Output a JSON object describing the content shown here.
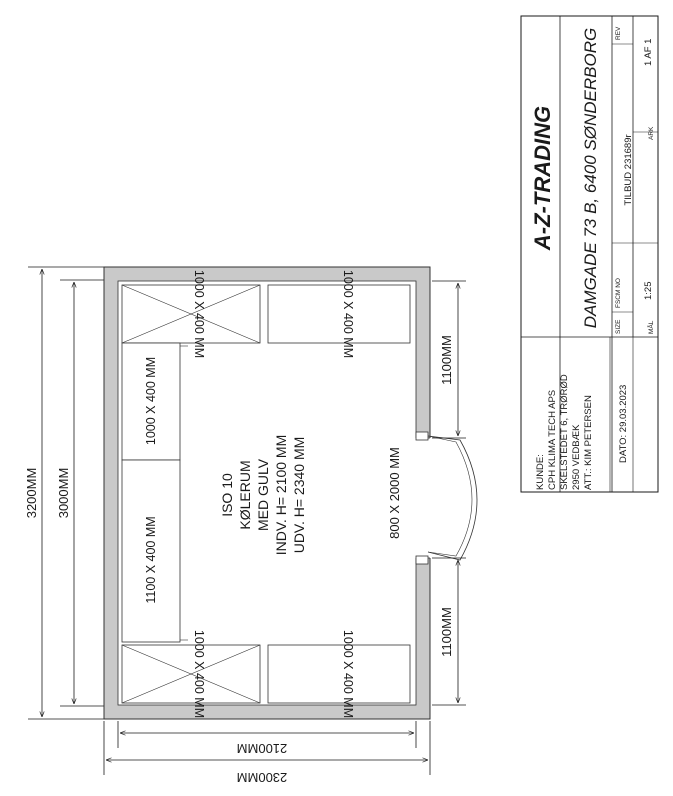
{
  "dimensions": {
    "outer_length": "3200MM",
    "inner_length": "3000MM",
    "outer_width": "2300MM",
    "inner_width": "2100MM",
    "wall_segment_top": "1100MM",
    "wall_segment_bottom": "1100MM",
    "door": "800 X 2000 MM"
  },
  "shelves": {
    "top_left": "1000 X 400 MM",
    "top_right": "1000 X 400 MM",
    "middle_upper": "1000 X 400 MM",
    "middle_lower": "1100 X 400 MM",
    "bottom_left": "1000 X 400 MM",
    "bottom_right": "1000 X 400 MM"
  },
  "room_label": [
    "ISO 10",
    "KØLERUM",
    "MED GULV",
    "INDV. H= 2100 MM",
    "UDV. H= 2340 MM"
  ],
  "title_block": {
    "client": [
      "KUNDE:",
      "CPH KLIMA TECH APS",
      "SKELSTEDET 6, TRØRØD",
      "2950 VEDBÆK",
      "ATT.: KIM PETERSEN"
    ],
    "date": "DATO: 29.03.2023",
    "company": "A-Z-TRADING",
    "address": "DAMGADE 73 B, 6400 SØNDERBORG",
    "size_label": "SIZE",
    "fscm_label": "FSCM NO",
    "rev_label": "REV",
    "offer": "TILBUD 231689r",
    "scale_label": "MÅL",
    "scale_value": "1:25",
    "sheet_label": "ARK",
    "sheet_value": "1 AF 1"
  }
}
